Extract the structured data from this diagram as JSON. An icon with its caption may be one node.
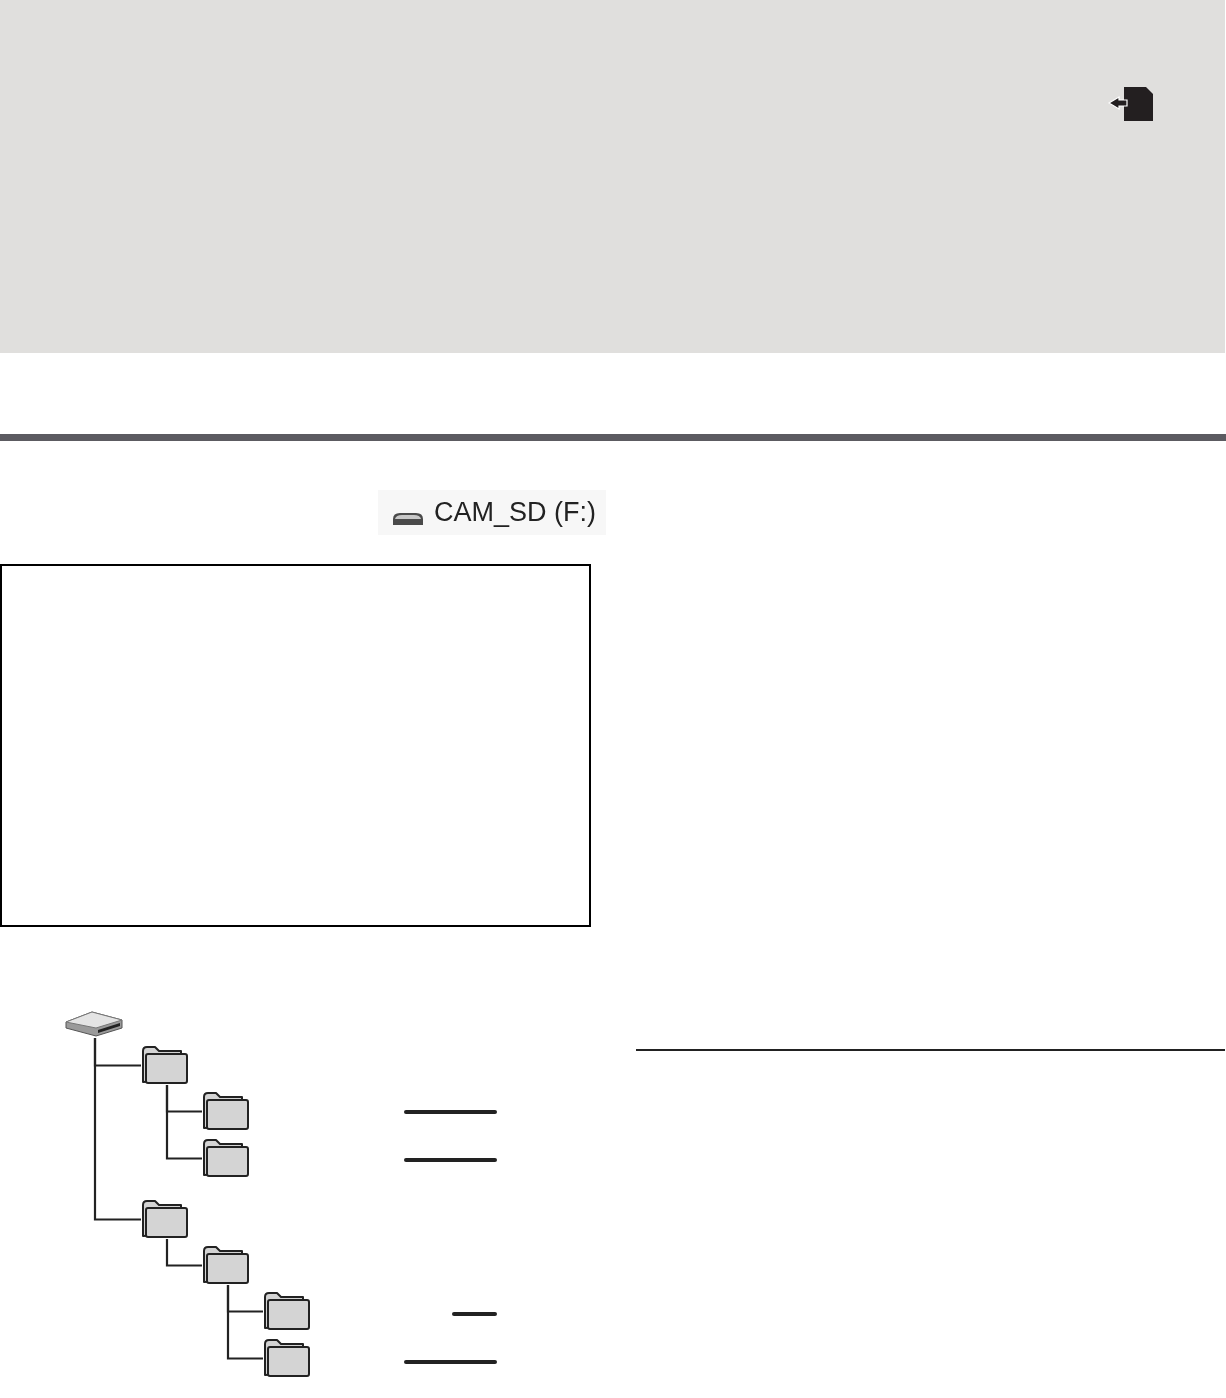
{
  "diagram": {
    "nodes": [
      {
        "text": [],
        "shape": "drive"
      },
      {
        "text": [],
        "shape": "folder"
      },
      {
        "text": [],
        "shape": "folder"
      },
      {
        "text": [],
        "shape": "folder"
      },
      {
        "text": [],
        "shape": "folder"
      },
      {
        "text": [],
        "shape": "folder"
      },
      {
        "text": [],
        "shape": "folder"
      },
      {
        "text": [],
        "shape": "folder"
      }
    ],
    "edges": [
      {
        "from": 0,
        "to": 1,
        "arrow": "none"
      },
      {
        "from": 0,
        "to": 4,
        "arrow": "none"
      },
      {
        "from": 1,
        "to": 2,
        "arrow": "none"
      },
      {
        "from": 1,
        "to": 3,
        "arrow": "none"
      },
      {
        "from": 4,
        "to": 5,
        "arrow": "none"
      },
      {
        "from": 5,
        "to": 6,
        "arrow": "none"
      },
      {
        "from": 5,
        "to": 7,
        "arrow": "none"
      }
    ],
    "labels": [
      "CAM_SD (F:)"
    ]
  }
}
